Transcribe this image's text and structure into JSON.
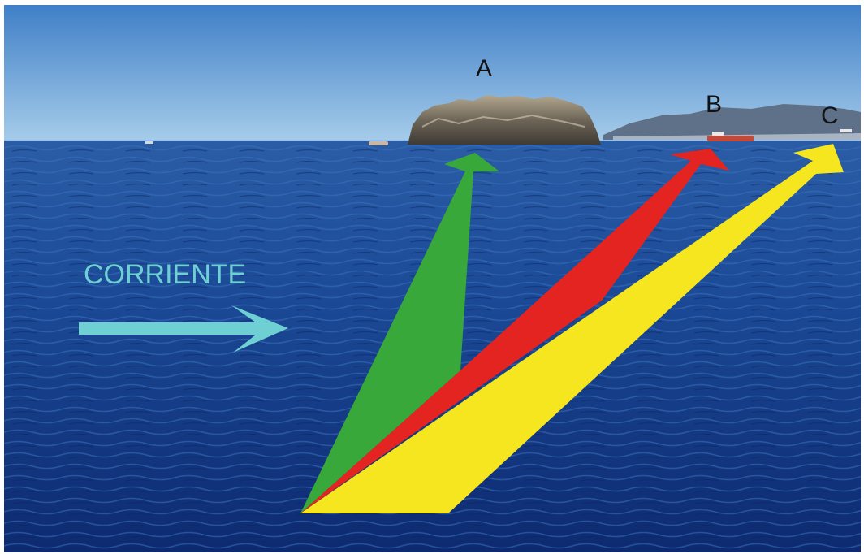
{
  "labels": {
    "target_a": "A",
    "target_b": "B",
    "target_c": "C",
    "current": "CORRIENTE"
  },
  "colors": {
    "sky_top": "#3f7fc7",
    "sky_bottom": "#9fc6e6",
    "sea_top": "#1f4f99",
    "sea_bottom": "#0e2a6d",
    "rock": "#6b645a",
    "distant_coast": "#5e6f86",
    "arrow_a": "#39a83b",
    "arrow_b": "#e32421",
    "arrow_c": "#f5e620",
    "current_arrow": "#6fd0d3",
    "label_text": "#111111"
  }
}
